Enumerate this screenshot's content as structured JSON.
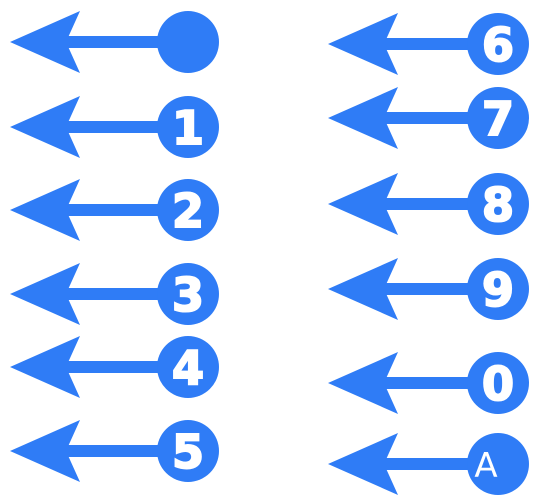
{
  "colors": {
    "accent": "#2f7cf6",
    "label": "#ffffff"
  },
  "arrows": [
    {
      "id": "dot",
      "label": "",
      "icon": "left-arrow-dot-icon"
    },
    {
      "id": "1",
      "label": "1",
      "icon": "left-arrow-1-icon"
    },
    {
      "id": "2",
      "label": "2",
      "icon": "left-arrow-2-icon"
    },
    {
      "id": "3",
      "label": "3",
      "icon": "left-arrow-3-icon"
    },
    {
      "id": "4",
      "label": "4",
      "icon": "left-arrow-4-icon"
    },
    {
      "id": "5",
      "label": "5",
      "icon": "left-arrow-5-icon"
    },
    {
      "id": "6",
      "label": "6",
      "icon": "left-arrow-6-icon"
    },
    {
      "id": "7",
      "label": "7",
      "icon": "left-arrow-7-icon"
    },
    {
      "id": "8",
      "label": "8",
      "icon": "left-arrow-8-icon"
    },
    {
      "id": "9",
      "label": "9",
      "icon": "left-arrow-9-icon"
    },
    {
      "id": "0",
      "label": "0",
      "icon": "left-arrow-0-icon"
    },
    {
      "id": "A",
      "label": "A",
      "icon": "left-arrow-a-icon"
    }
  ]
}
